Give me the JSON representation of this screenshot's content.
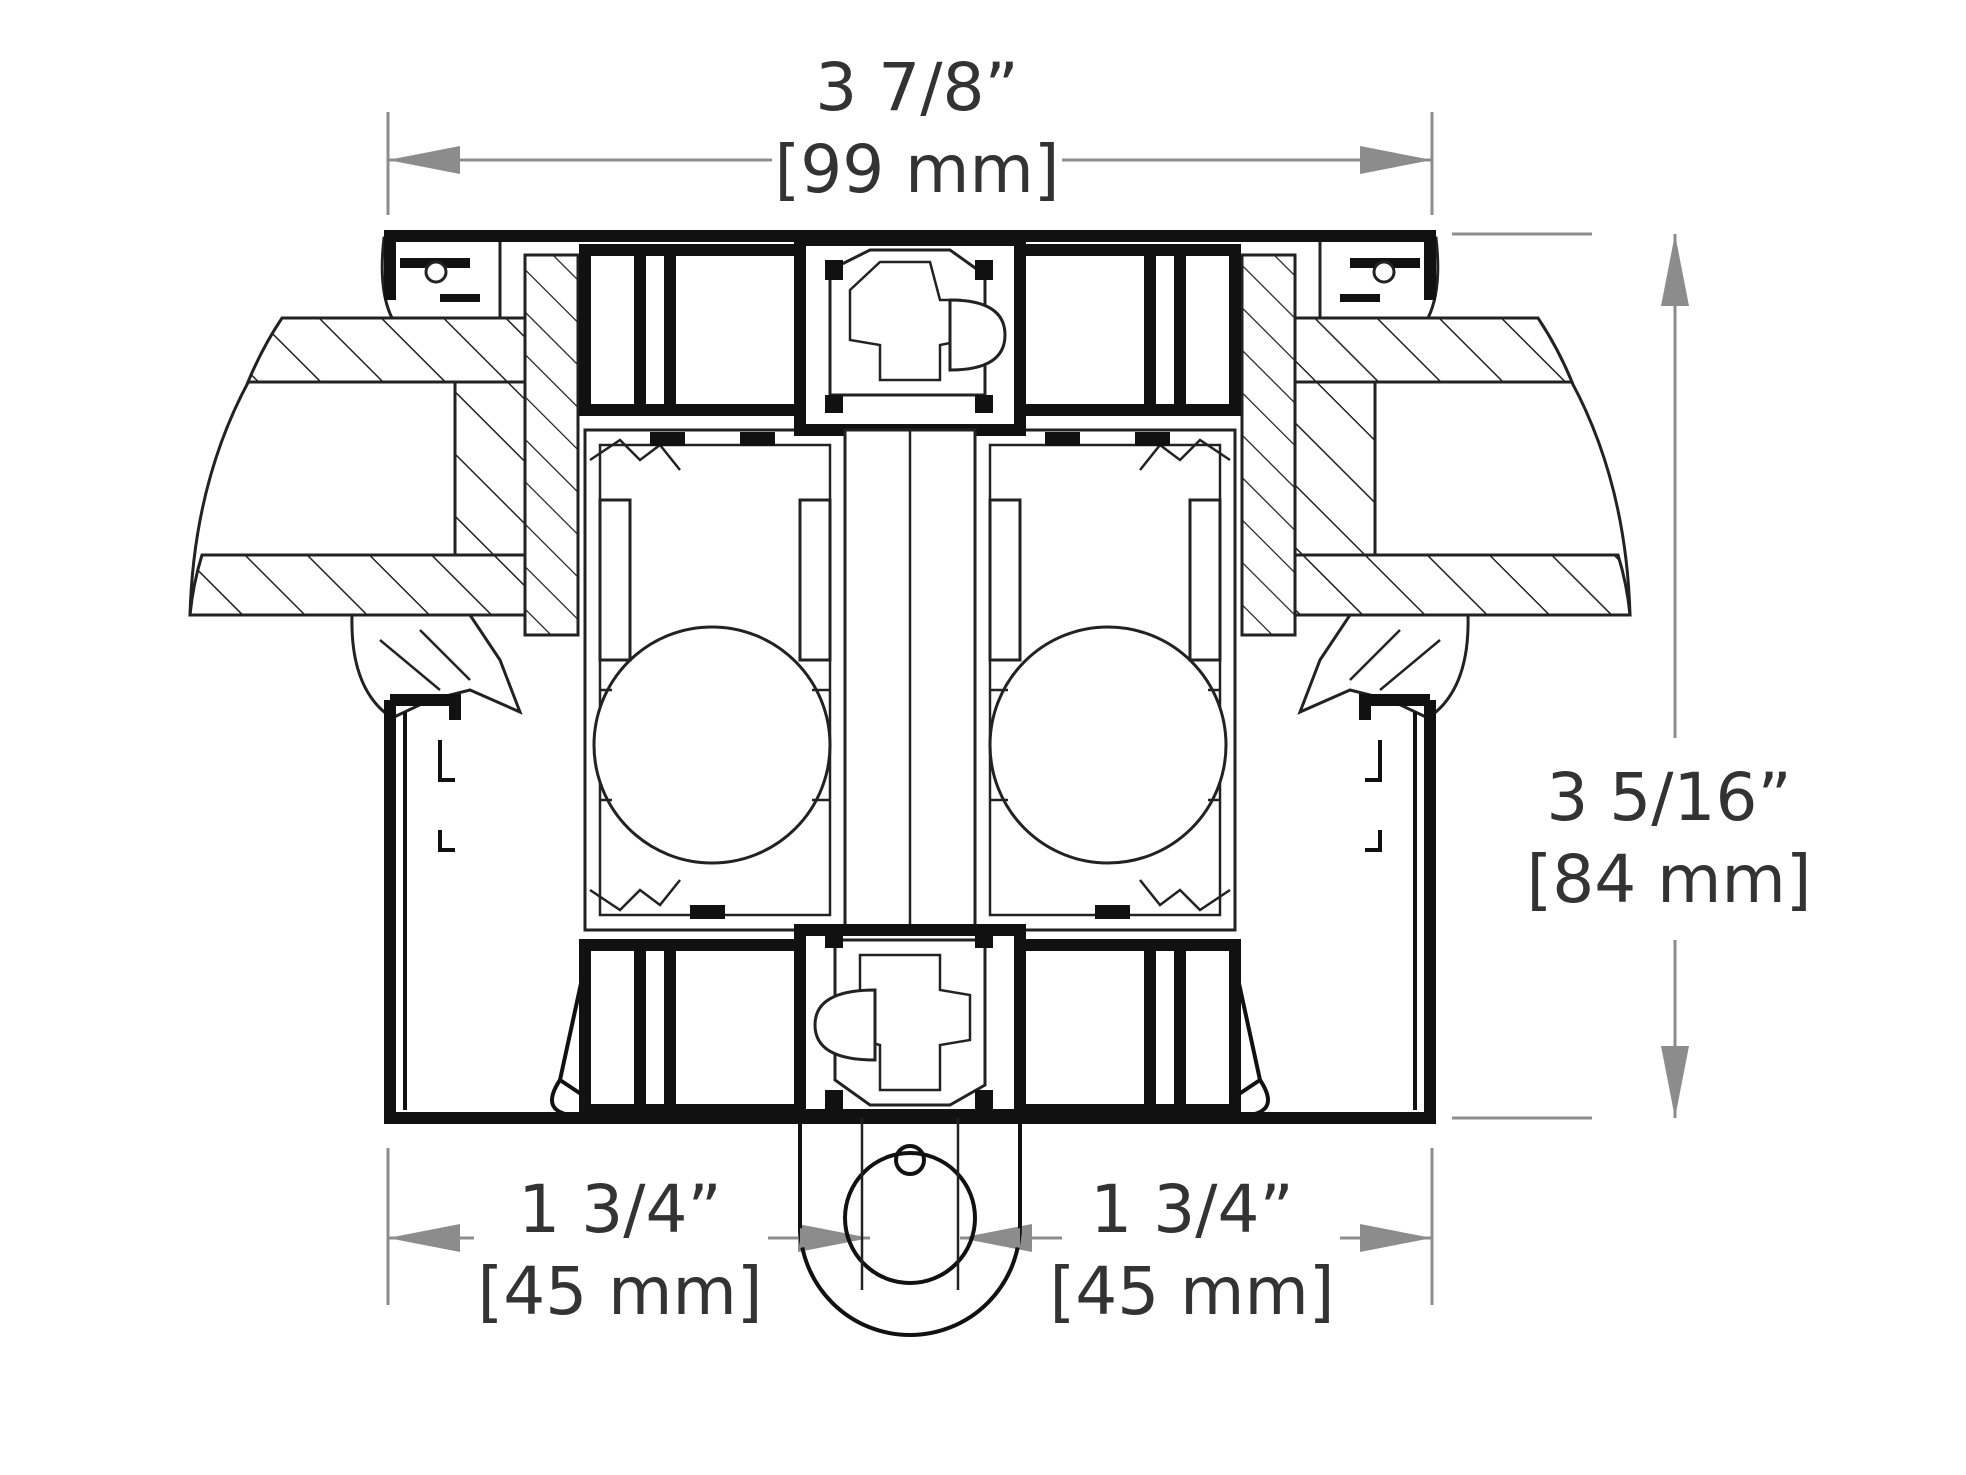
{
  "dimensions": {
    "overall_width": {
      "imperial": "3 7/8”",
      "metric": "[99 mm]"
    },
    "overall_depth": {
      "imperial": "3 5/16”",
      "metric": "[84 mm]"
    },
    "left_panel": {
      "imperial": "1 3/4”",
      "metric": "[45 mm]"
    },
    "right_panel": {
      "imperial": "1 3/4”",
      "metric": "[45 mm]"
    }
  },
  "colors": {
    "profile_line": "#111111",
    "dimension_line": "#8c8c8c",
    "text": "#333333",
    "background": "#ffffff"
  }
}
